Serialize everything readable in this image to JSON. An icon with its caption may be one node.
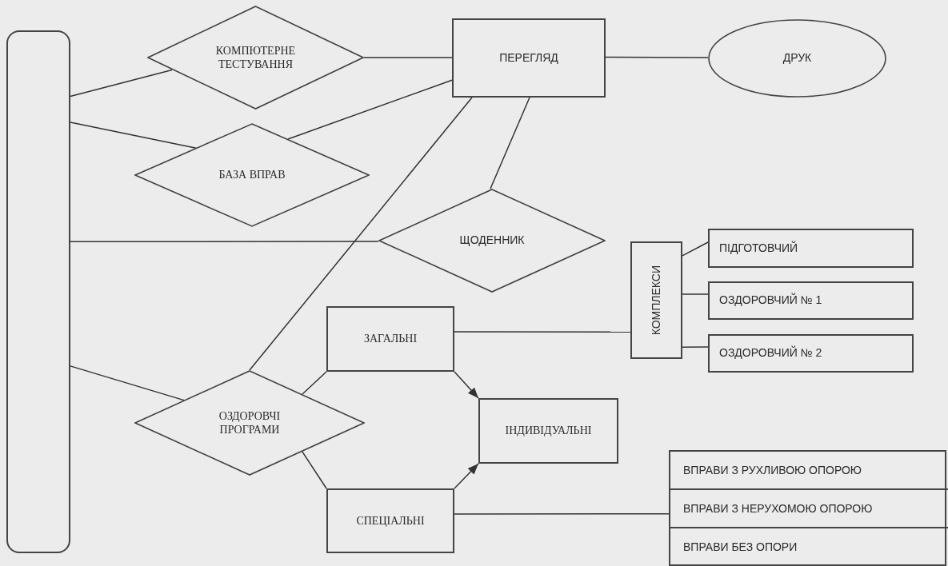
{
  "diagram": {
    "nodes": [
      {
        "text": [],
        "shape": "box"
      },
      {
        "text": [
          "КОМПЮТЕРНЕ ТЕСТУВАННЯ"
        ]
      },
      {
        "text": [
          "ПЕРЕГЛЯД"
        ]
      },
      {
        "text": [
          "ДРУК"
        ]
      },
      {
        "text": [
          "БАЗА ВПРАВ"
        ]
      },
      {
        "text": [
          "ЩОДЕННИК"
        ]
      },
      {
        "text": [
          "КОМПЛЕКСИ"
        ]
      },
      {
        "text": [
          "ПІДГОТОВЧИЙ"
        ]
      },
      {
        "text": [
          "ОЗДОРОВЧИЙ № 1"
        ]
      },
      {
        "text": [
          "ОЗДОРОВЧИЙ № 2"
        ]
      },
      {
        "text": [
          "ЗАГАЛЬНІ"
        ]
      },
      {
        "text": [
          "ОЗДОРОВЧІ ПРОГРАМИ"
        ]
      },
      {
        "text": [
          "ІНДИВІДУАЛЬНІ"
        ]
      },
      {
        "text": [
          "СПЕЦІАЛЬНІ"
        ]
      },
      {
        "text": [],
        "shape": "box"
      },
      {
        "text": [
          "ВПРАВИ З РУХЛИВОЮ ОПОРОЮ"
        ],
        "in": 14
      },
      {
        "text": [
          "ВПРАВИ З НЕРУХОМОЮ ОПОРОЮ"
        ],
        "in": 14
      },
      {
        "text": [
          "ВПРАВИ БЕЗ ОПОРИ"
        ],
        "in": 14
      }
    ],
    "edges": [
      {
        "from": 0,
        "to": 1,
        "arrow": "none"
      },
      {
        "from": 1,
        "to": 2,
        "arrow": "none"
      },
      {
        "from": 0,
        "to": 4,
        "arrow": "none"
      },
      {
        "from": 4,
        "to": 2,
        "arrow": "none"
      },
      {
        "from": 0,
        "to": 5,
        "arrow": "none"
      },
      {
        "from": 5,
        "to": 2,
        "arrow": "none"
      },
      {
        "from": 2,
        "to": 11,
        "arrow": "none"
      },
      {
        "from": 2,
        "to": 3,
        "arrow": "none"
      },
      {
        "from": 10,
        "to": 6,
        "arrow": "none"
      },
      {
        "from": 6,
        "to": 7,
        "arrow": "none"
      },
      {
        "from": 6,
        "to": 8,
        "arrow": "none"
      },
      {
        "from": 6,
        "to": 9,
        "arrow": "none"
      },
      {
        "from": 0,
        "to": 11,
        "arrow": "none"
      },
      {
        "from": 11,
        "to": 10,
        "arrow": "none"
      },
      {
        "from": 11,
        "to": 13,
        "arrow": "none"
      },
      {
        "from": 10,
        "to": 12,
        "arrow": "to"
      },
      {
        "from": 13,
        "to": 12,
        "arrow": "to"
      },
      {
        "from": 13,
        "to": 14,
        "arrow": "none"
      }
    ]
  }
}
